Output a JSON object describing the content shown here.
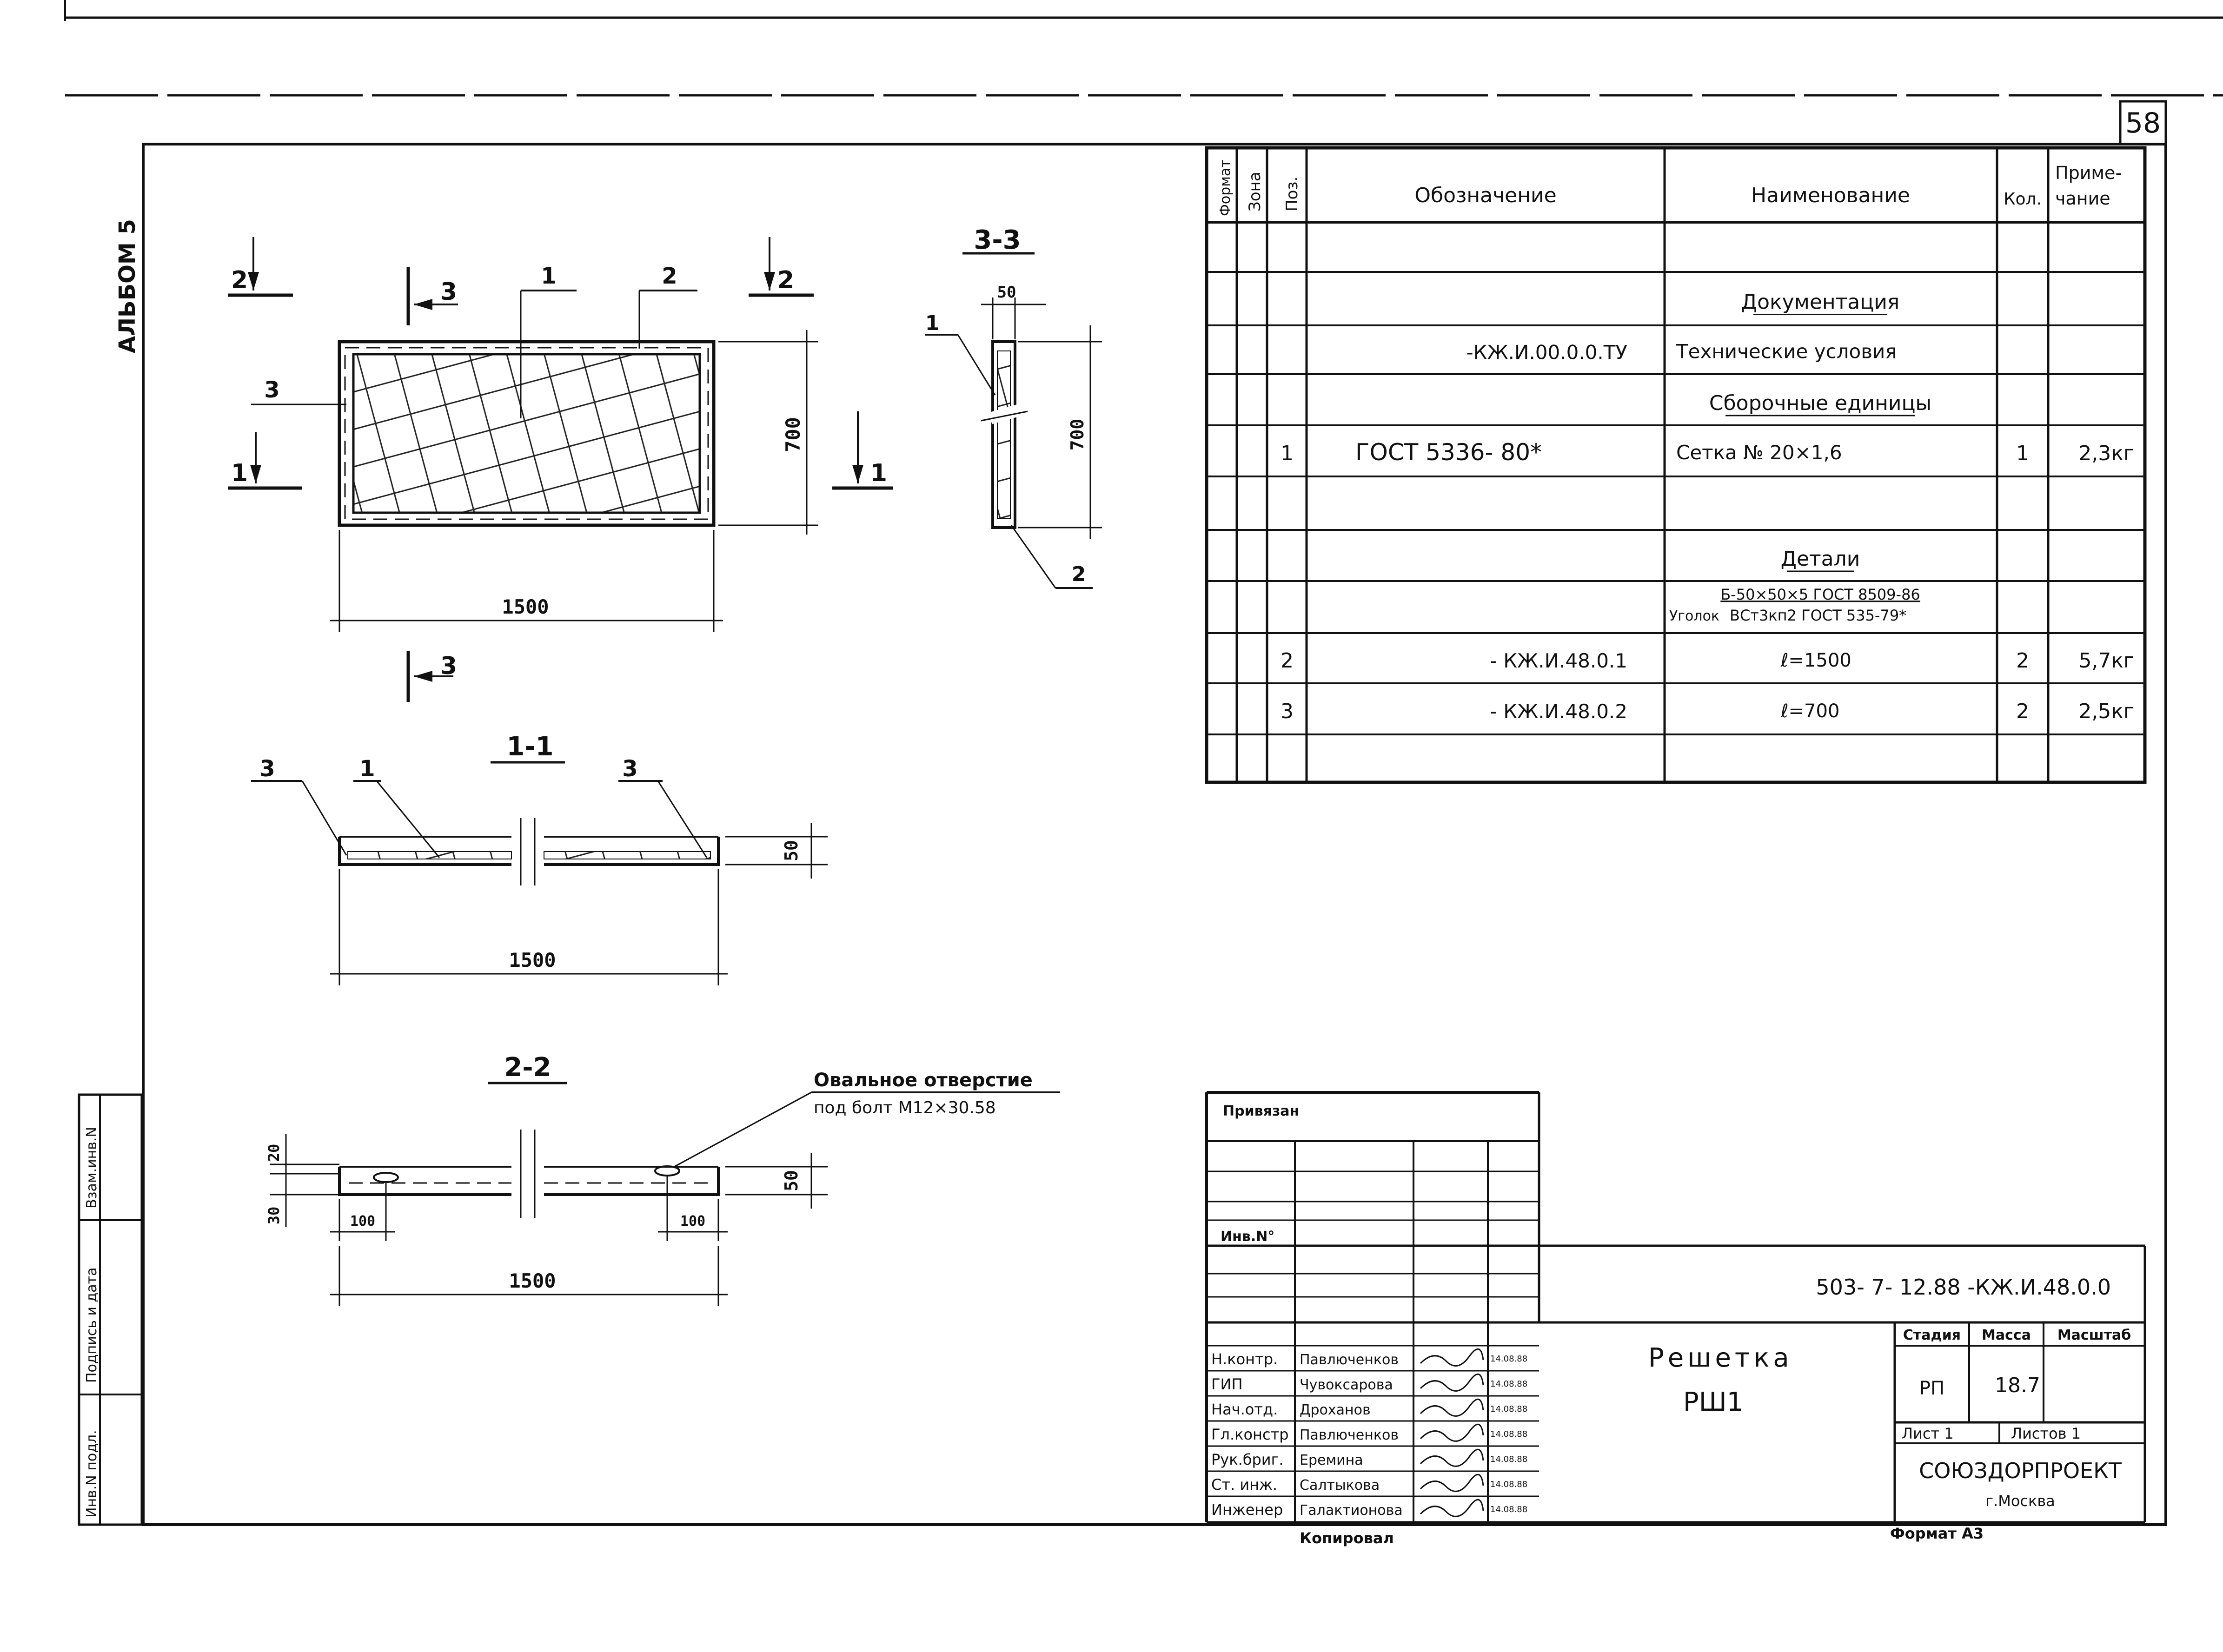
{
  "sheet": {
    "page_number": "58",
    "album": "АЛЬБОМ 5",
    "format": "Формат А3",
    "copied": "Копировал"
  },
  "spec": {
    "headers": {
      "format": "Формат",
      "zone": "Зона",
      "pos": "Поз.",
      "designation": "Обозначение",
      "name": "Наименование",
      "qty": "Кол.",
      "note": "Приме-\nчание"
    },
    "rows": [
      {
        "pos": "",
        "designation": "",
        "name": "Документация",
        "qty": "",
        "note": "",
        "heading": true
      },
      {
        "pos": "",
        "designation": "-КЖ.И.00.0.0.ТУ",
        "name": "Технические условия",
        "qty": "",
        "note": ""
      },
      {
        "pos": "",
        "designation": "",
        "name": "Сборочные единицы",
        "qty": "",
        "note": "",
        "heading": true
      },
      {
        "pos": "1",
        "designation": "ГОСТ 5336- 80*",
        "name": "Сетка № 20×1,6",
        "qty": "1",
        "note": "2,3кг"
      },
      {
        "pos": "",
        "designation": "",
        "name": "Детали",
        "qty": "",
        "note": "",
        "heading": true
      },
      {
        "pos": "",
        "designation": "",
        "name": "Уголок Б-50×50×5 ГОСТ 8509-86 / ВСт3кп2 ГОСТ 535-79*",
        "name_top": "Б-50×50×5 ГОСТ 8509-86",
        "name_prefix": "Уголок",
        "name_bottom": "ВСт3кп2 ГОСТ 535-79*",
        "qty": "",
        "note": ""
      },
      {
        "pos": "2",
        "designation": "- КЖ.И.48.0.1",
        "name": "ℓ=1500",
        "qty": "2",
        "note": "5,7кг"
      },
      {
        "pos": "3",
        "designation": "- КЖ.И.48.0.2",
        "name": "ℓ=700",
        "qty": "2",
        "note": "2,5кг"
      }
    ]
  },
  "drawing": {
    "plan_dims": {
      "length": "1500",
      "height": "700"
    },
    "section_labels": {
      "s11": "1-1",
      "s22": "2-2",
      "s33": "3-3"
    },
    "cut_marks": {
      "c1": "1",
      "c2": "2",
      "c3": "3"
    },
    "leaders": {
      "p1": "1",
      "p2": "2",
      "p3": "3"
    },
    "s11_dims": {
      "length": "1500",
      "height": "50"
    },
    "s22_dims": {
      "length": "1500",
      "height": "50",
      "d20": "20",
      "d30": "30",
      "d100a": "100",
      "d100b": "100"
    },
    "s33_dims": {
      "width": "50",
      "height": "700"
    },
    "hole_note_1": "Овальное отверстие",
    "hole_note_2": "под болт  М12×30.58"
  },
  "stamp": {
    "bound": "Привязан",
    "inv": "Инв.N°",
    "code": "503- 7- 12.88 -КЖ.И.48.0.0",
    "title_1": "Решетка",
    "title_2": "РШ1",
    "stage_h": "Стадия",
    "mass_h": "Масса",
    "scale_h": "Масштаб",
    "stage": "РП",
    "mass": "18.7",
    "sheet": "Лист  1",
    "sheets": "Листов  1",
    "org": "СОЮЗДОРПРОЕКТ",
    "city": "г.Москва",
    "people": [
      {
        "role": "Н.контр.",
        "name": "Павлюченков",
        "date": "14.08.88"
      },
      {
        "role": "ГИП",
        "name": "Чувоксарова",
        "date": "14.08.88"
      },
      {
        "role": "Нач.отд.",
        "name": "Дроханов",
        "date": "14.08.88"
      },
      {
        "role": "Гл.констр",
        "name": "Павлюченков",
        "date": "14.08.88"
      },
      {
        "role": "Рук.бриг.",
        "name": "Еремина",
        "date": "14.08.88"
      },
      {
        "role": "Ст. инж.",
        "name": "Салтыкова",
        "date": "14.08.88"
      },
      {
        "role": "Инженер",
        "name": "Галактионова",
        "date": "14.08.88"
      }
    ]
  },
  "side": {
    "inv_orig": "Инв.N подл.",
    "sign_date": "Подпись и дата",
    "inv_repl": "Взам.инв.N"
  }
}
